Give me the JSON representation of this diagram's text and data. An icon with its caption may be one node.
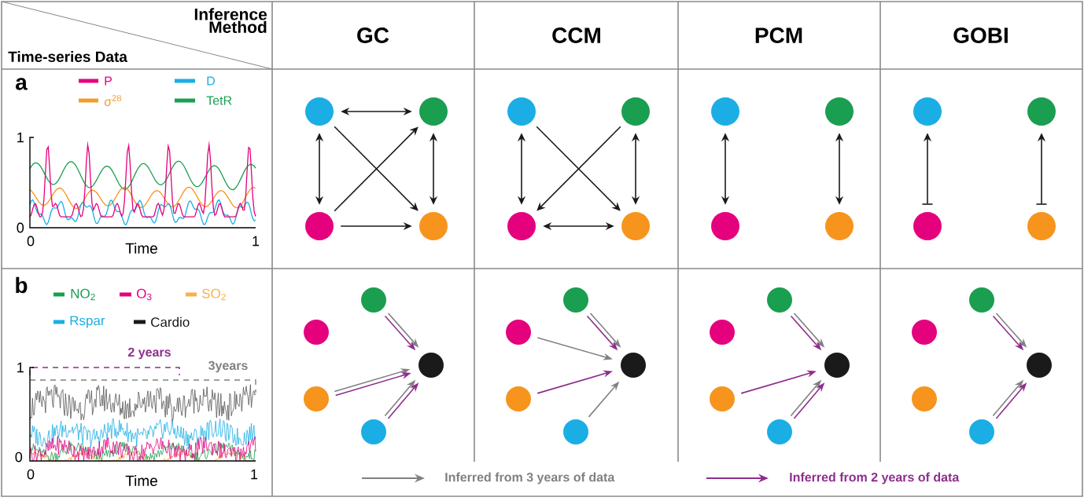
{
  "diagram": {
    "nodes": [
      {
        "text": [],
        "shape": "circle"
      },
      {
        "text": [],
        "shape": "circle"
      },
      {
        "text": [],
        "shape": "circle"
      },
      {
        "text": [],
        "shape": "circle"
      },
      {
        "text": [],
        "shape": "circle"
      },
      {
        "text": [],
        "shape": "circle"
      },
      {
        "text": [],
        "shape": "circle"
      },
      {
        "text": [],
        "shape": "circle"
      },
      {
        "text": [],
        "shape": "circle"
      },
      {
        "text": [],
        "shape": "circle"
      },
      {
        "text": [],
        "shape": "circle"
      },
      {
        "text": [],
        "shape": "circle"
      },
      {
        "text": [],
        "shape": "circle"
      },
      {
        "text": [],
        "shape": "circle"
      },
      {
        "text": [],
        "shape": "circle"
      },
      {
        "text": [],
        "shape": "circle"
      },
      {
        "text": [],
        "shape": "circle"
      },
      {
        "text": [],
        "shape": "circle"
      },
      {
        "text": [],
        "shape": "circle"
      },
      {
        "text": [],
        "shape": "circle"
      },
      {
        "text": [],
        "shape": "circle"
      },
      {
        "text": [],
        "shape": "circle"
      },
      {
        "text": [],
        "shape": "circle"
      },
      {
        "text": [],
        "shape": "circle"
      },
      {
        "text": [],
        "shape": "circle"
      },
      {
        "text": [],
        "shape": "circle"
      },
      {
        "text": [],
        "shape": "circle"
      },
      {
        "text": [],
        "shape": "circle"
      },
      {
        "text": [],
        "shape": "circle"
      },
      {
        "text": [],
        "shape": "circle"
      },
      {
        "text": [],
        "shape": "circle"
      },
      {
        "text": [],
        "shape": "circle"
      },
      {
        "text": [],
        "shape": "circle"
      },
      {
        "text": [],
        "shape": "circle"
      },
      {
        "text": [],
        "shape": "circle"
      },
      {
        "text": [],
        "shape": "circle"
      }
    ],
    "edges": [
      {
        "from": 0,
        "to": 1,
        "arrow": "both"
      },
      {
        "from": 0,
        "to": 2,
        "arrow": "both"
      },
      {
        "from": 1,
        "to": 3,
        "arrow": "both"
      },
      {
        "from": 0,
        "to": 3,
        "arrow": "to"
      },
      {
        "from": 2,
        "to": 1,
        "arrow": "to"
      },
      {
        "from": 2,
        "to": 3,
        "arrow": "to"
      },
      {
        "from": 4,
        "to": 6,
        "arrow": "both"
      },
      {
        "from": 5,
        "to": 7,
        "arrow": "both"
      },
      {
        "from": 4,
        "to": 7,
        "arrow": "to"
      },
      {
        "from": 5,
        "to": 6,
        "arrow": "to"
      },
      {
        "from": 6,
        "to": 7,
        "arrow": "both"
      },
      {
        "from": 8,
        "to": 10,
        "arrow": "both"
      },
      {
        "from": 9,
        "to": 11,
        "arrow": "both"
      },
      {
        "from": 14,
        "to": 12,
        "arrow": "to"
      },
      {
        "from": 15,
        "to": 13,
        "arrow": "to"
      },
      {
        "from": 16,
        "to": 18,
        "arrow": "to",
        "color": "#808080"
      },
      {
        "from": 16,
        "to": 18,
        "arrow": "to",
        "color": "#8e2d8e"
      },
      {
        "from": 19,
        "to": 18,
        "arrow": "to",
        "color": "#808080"
      },
      {
        "from": 19,
        "to": 18,
        "arrow": "to",
        "color": "#8e2d8e"
      },
      {
        "from": 20,
        "to": 18,
        "arrow": "to",
        "color": "#808080"
      },
      {
        "from": 20,
        "to": 18,
        "arrow": "to",
        "color": "#8e2d8e"
      },
      {
        "from": 21,
        "to": 23,
        "arrow": "to",
        "color": "#808080"
      },
      {
        "from": 21,
        "to": 23,
        "arrow": "to",
        "color": "#8e2d8e"
      },
      {
        "from": 22,
        "to": 23,
        "arrow": "to",
        "color": "#808080"
      },
      {
        "from": 24,
        "to": 23,
        "arrow": "to",
        "color": "#8e2d8e"
      },
      {
        "from": 25,
        "to": 23,
        "arrow": "to",
        "color": "#808080"
      },
      {
        "from": 26,
        "to": 28,
        "arrow": "to",
        "color": "#808080"
      },
      {
        "from": 26,
        "to": 28,
        "arrow": "to",
        "color": "#8e2d8e"
      },
      {
        "from": 29,
        "to": 28,
        "arrow": "to",
        "color": "#8e2d8e"
      },
      {
        "from": 30,
        "to": 28,
        "arrow": "to",
        "color": "#808080"
      },
      {
        "from": 30,
        "to": 28,
        "arrow": "to",
        "color": "#8e2d8e"
      },
      {
        "from": 31,
        "to": 33,
        "arrow": "to",
        "color": "#808080"
      },
      {
        "from": 31,
        "to": 33,
        "arrow": "to",
        "color": "#8e2d8e"
      },
      {
        "from": 35,
        "to": 33,
        "arrow": "to",
        "color": "#808080"
      },
      {
        "from": 35,
        "to": 33,
        "arrow": "to",
        "color": "#8e2d8e"
      }
    ],
    "labels": [
      "Inference Method",
      "Time-series Data",
      "GC",
      "CCM",
      "PCM",
      "GOBI",
      "a",
      "1",
      "0",
      "0",
      "Time",
      "1",
      "b",
      "2 years",
      "1",
      "3years",
      "0",
      "0",
      "Time",
      "1"
    ],
    "legend": [
      {
        "text": "P",
        "color": "#e5007d"
      },
      {
        "text": "D",
        "color": "#1aaee5"
      },
      {
        "text": "σ$^{28}$",
        "color": "#f39c2c"
      },
      {
        "text": "TetR",
        "color": "#1a9e50"
      },
      {
        "text": "NO$_{2}$",
        "color": "#1a9e50"
      },
      {
        "text": "O$_{3}$",
        "color": "#e5007d"
      },
      {
        "text": "SO$_{2}$",
        "color": "#f7b04a"
      },
      {
        "text": "Rspar",
        "color": "#1aaee5"
      },
      {
        "text": "Cardio",
        "color": "#1a1a1a"
      },
      {
        "text": "Inferred from 3 years of data"
      },
      {
        "text": "Inferred from 2 years of data"
      }
    ]
  }
}
